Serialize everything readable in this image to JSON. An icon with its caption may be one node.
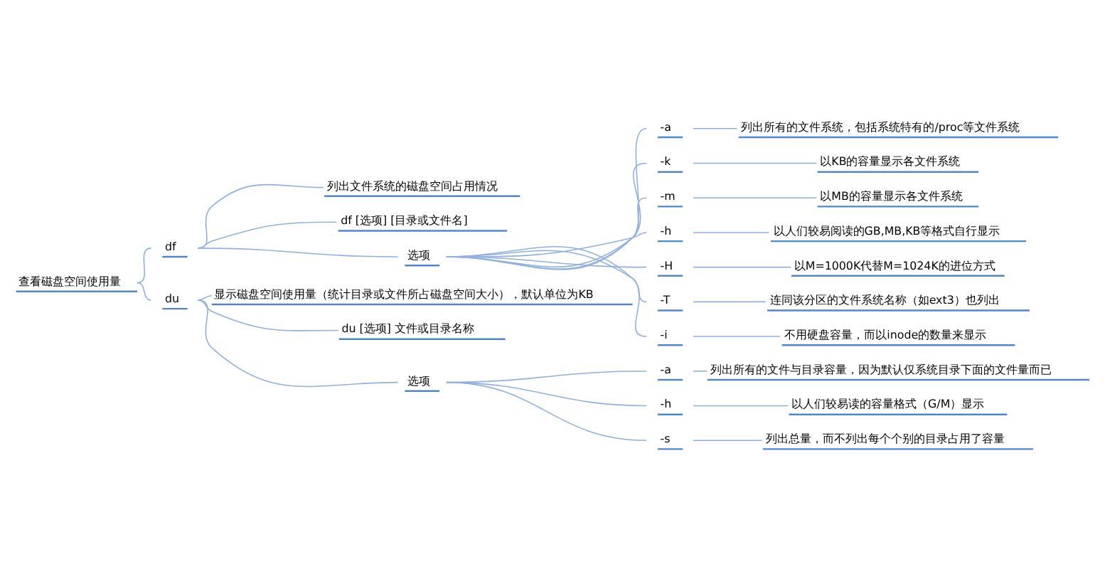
{
  "diagram": {
    "nodes": [
      {
        "text": [
          "查看磁盘空间使用量"
        ]
      },
      {
        "text": [
          "df"
        ]
      },
      {
        "text": [
          "列出文件系统的磁盘空间占用情况"
        ]
      },
      {
        "text": [
          "df [选项] [目录或文件名]"
        ]
      },
      {
        "text": [
          "选项"
        ]
      },
      {
        "text": [
          "-a"
        ]
      },
      {
        "text": [
          "列出所有的文件系统，包括系统特有的/proc等文件系统"
        ]
      },
      {
        "text": [
          "-k"
        ]
      },
      {
        "text": [
          "以KB的容量显示各文件系统"
        ]
      },
      {
        "text": [
          "-m"
        ]
      },
      {
        "text": [
          "以MB的容量显示各文件系统"
        ]
      },
      {
        "text": [
          "-h"
        ]
      },
      {
        "text": [
          "以人们较易阅读的GB,MB,KB等格式自行显示"
        ]
      },
      {
        "text": [
          "-H"
        ]
      },
      {
        "text": [
          "以M=1000K代替M=1024K的进位方式"
        ]
      },
      {
        "text": [
          "-T"
        ]
      },
      {
        "text": [
          "连同该分区的文件系统名称（如ext3）也列出"
        ]
      },
      {
        "text": [
          "-i"
        ]
      },
      {
        "text": [
          "不用硬盘容量，而以inode的数量来显示"
        ]
      },
      {
        "text": [
          "du"
        ]
      },
      {
        "text": [
          "显示磁盘空间使用量（统计目录或文件所占磁盘空间大小），默认单位为KB"
        ]
      },
      {
        "text": [
          "du [选项] 文件或目录名称"
        ]
      },
      {
        "text": [
          "选项"
        ]
      },
      {
        "text": [
          "-a"
        ]
      },
      {
        "text": [
          "列出所有的文件与目录容量，因为默认仅系统目录下面的文件量而已"
        ]
      },
      {
        "text": [
          "-h"
        ]
      },
      {
        "text": [
          "以人们较易读的容量格式（G/M）显示"
        ]
      },
      {
        "text": [
          "-s"
        ]
      },
      {
        "text": [
          "列出总量，而不列出每个个别的目录占用了容量"
        ]
      }
    ],
    "edges": [
      {
        "from": 0,
        "to": 1,
        "arrow": "none"
      },
      {
        "from": 1,
        "to": 2,
        "arrow": "none"
      },
      {
        "from": 1,
        "to": 3,
        "arrow": "none"
      },
      {
        "from": 1,
        "to": 4,
        "arrow": "none"
      },
      {
        "from": 4,
        "to": 5,
        "arrow": "none"
      },
      {
        "from": 5,
        "to": 6,
        "arrow": "none"
      },
      {
        "from": 4,
        "to": 7,
        "arrow": "none"
      },
      {
        "from": 7,
        "to": 8,
        "arrow": "none"
      },
      {
        "from": 4,
        "to": 9,
        "arrow": "none"
      },
      {
        "from": 9,
        "to": 10,
        "arrow": "none"
      },
      {
        "from": 4,
        "to": 11,
        "arrow": "none"
      },
      {
        "from": 11,
        "to": 12,
        "arrow": "none"
      },
      {
        "from": 4,
        "to": 13,
        "arrow": "none"
      },
      {
        "from": 13,
        "to": 14,
        "arrow": "none"
      },
      {
        "from": 4,
        "to": 15,
        "arrow": "none"
      },
      {
        "from": 15,
        "to": 16,
        "arrow": "none"
      },
      {
        "from": 4,
        "to": 17,
        "arrow": "none"
      },
      {
        "from": 17,
        "to": 18,
        "arrow": "none"
      },
      {
        "from": 0,
        "to": 19,
        "arrow": "none"
      },
      {
        "from": 19,
        "to": 20,
        "arrow": "none"
      },
      {
        "from": 19,
        "to": 21,
        "arrow": "none"
      },
      {
        "from": 19,
        "to": 22,
        "arrow": "none"
      },
      {
        "from": 22,
        "to": 23,
        "arrow": "none"
      },
      {
        "from": 23,
        "to": 24,
        "arrow": "none"
      },
      {
        "from": 22,
        "to": 25,
        "arrow": "none"
      },
      {
        "from": 25,
        "to": 26,
        "arrow": "none"
      },
      {
        "from": 22,
        "to": 27,
        "arrow": "none"
      },
      {
        "from": 27,
        "to": 28,
        "arrow": "none"
      }
    ]
  }
}
